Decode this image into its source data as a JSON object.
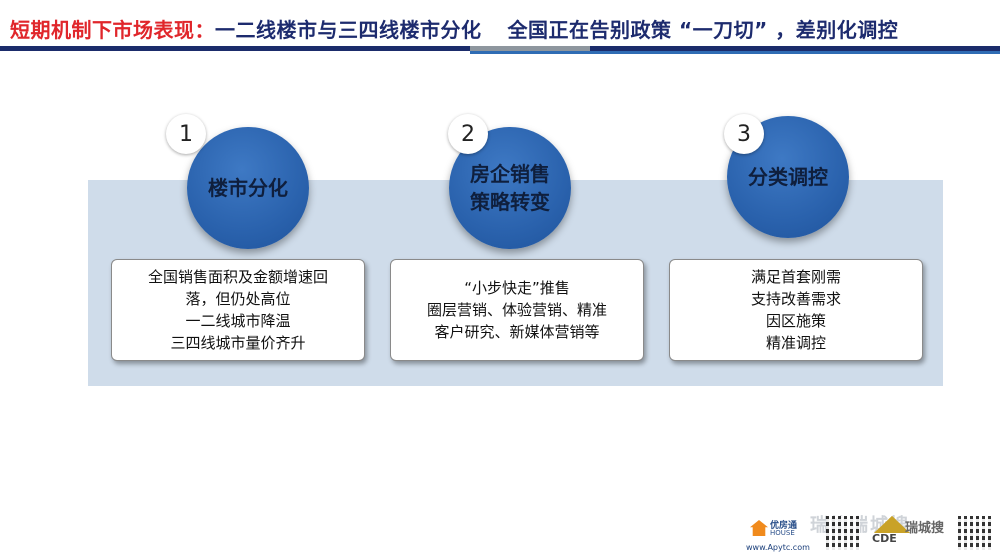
{
  "header": {
    "title_lead": "短期机制下市场表现：",
    "title_part1": "一二线楼市与三四线楼市分化",
    "title_part2": "全国正在告别政策 “一刀切” ，差别化调控",
    "colors": {
      "lead": "#e0262b",
      "body": "#1d2b6e",
      "bar_navy": "#1b2c6b",
      "bar_blue": "#2f6cb4"
    }
  },
  "columns": [
    {
      "number": "1",
      "label_lines": [
        "楼市分化"
      ],
      "box_lines": [
        "全国销售面积及金额增速回",
        "落，但仍处高位",
        "一二线城市降温",
        "三四线城市量价齐升"
      ]
    },
    {
      "number": "2",
      "label_lines": [
        "房企销售",
        "策略转变"
      ],
      "box_lines": [
        "“小步快走”推售",
        "圈层营销、体验营销、精准",
        "客户研究、新媒体营销等"
      ]
    },
    {
      "number": "3",
      "label_lines": [
        "分类调控"
      ],
      "box_lines": [
        "满足首套刚需",
        "支持改善需求",
        "因区施策",
        "精准调控"
      ]
    }
  ],
  "colors": {
    "circle": "#2a62ad",
    "panel": "#cfdcea"
  },
  "footer": {
    "logo_left_name": "优房通",
    "logo_left_sub": "HOUSE",
    "logo_left_url": "www.Apytc.com",
    "logo_cde": "CDE",
    "logo_cde_name": "瑞城搜",
    "watermark": "瑞峰瑞城搜"
  }
}
